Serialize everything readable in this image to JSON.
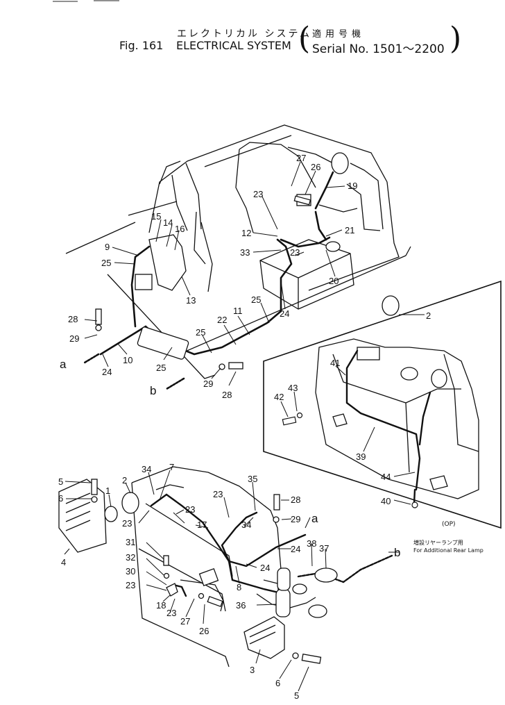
{
  "header": {
    "title_jp": "エレクトリカル システム",
    "fig_label": "Fig. 161",
    "title_en": "ELECTRICAL SYSTEM",
    "serial_jp": "適用号機",
    "serial_en": "Serial No. 1501～2200",
    "paren_open": "(",
    "paren_close": ")"
  },
  "inset_label": "(OP)",
  "note": {
    "jp": "増設リヤーランプ用",
    "en": "For Additional Rear Lamp"
  },
  "callouts": {
    "c27a": "27",
    "c26a": "26",
    "c19": "19",
    "c23a": "23",
    "c12": "12",
    "c21": "21",
    "c33": "33",
    "c23b": "23",
    "c20": "20",
    "c24a": "24",
    "c25a": "25",
    "c15": "15",
    "c14": "14",
    "c16": "16",
    "c9": "9",
    "c25b": "25",
    "c13": "13",
    "c11": "11",
    "c22": "22",
    "c25c": "25",
    "c28a": "28",
    "c29a": "29",
    "c10": "10",
    "c24b": "24",
    "c25d": "25",
    "ca1": "a",
    "cb1": "b",
    "c29b": "29",
    "c28b": "28",
    "c2a": "2",
    "c41": "41",
    "c43": "43",
    "c42": "42",
    "c39": "39",
    "c44": "44",
    "c40": "40",
    "c5a": "5",
    "c6a": "6",
    "c1": "1",
    "c2b": "2",
    "c34a": "34",
    "c7": "7",
    "c23c": "23",
    "c23d": "23",
    "c17": "17",
    "c4": "4",
    "c31": "31",
    "c32": "32",
    "c30": "30",
    "c23e": "23",
    "c18": "18",
    "c23f": "23",
    "c27b": "27",
    "c26b": "26",
    "c35": "35",
    "c23g": "23",
    "c34b": "34",
    "c28c": "28",
    "c29c": "29",
    "ca2": "a",
    "c24c": "24",
    "c8": "8",
    "c24d": "24",
    "c38": "38",
    "c37": "37",
    "cb2": "b",
    "c36": "36",
    "c3": "3",
    "c6b": "6",
    "c5b": "5"
  }
}
